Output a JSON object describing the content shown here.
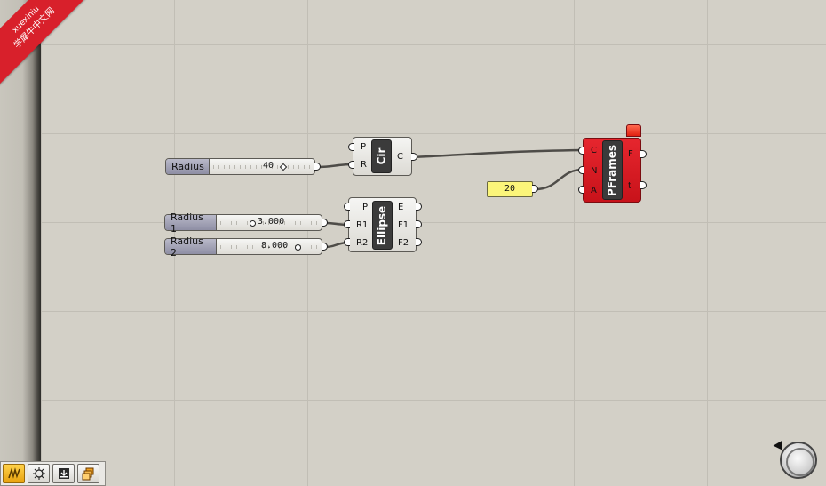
{
  "watermark": {
    "line1": "xuexiniu",
    "line2": "学犀牛中文网"
  },
  "sliders": {
    "radius": {
      "label": "Radius",
      "value": "40"
    },
    "radius1": {
      "label": "Radius 1",
      "value": "3.000"
    },
    "radius2": {
      "label": "Radius 2",
      "value": "8.000"
    }
  },
  "circle": {
    "title": "Cir",
    "inputs": [
      "P",
      "R"
    ],
    "outputs": [
      "C"
    ]
  },
  "ellipse": {
    "title": "Ellipse",
    "inputs": [
      "P",
      "R1",
      "R2"
    ],
    "outputs": [
      "E",
      "F1",
      "F2"
    ]
  },
  "pframes": {
    "title": "PFrames",
    "inputs": [
      "C",
      "N",
      "A"
    ],
    "outputs": [
      "F",
      "t"
    ]
  },
  "panel": {
    "value": "20"
  },
  "colors": {
    "error_red": "#d81820",
    "panel_yellow": "#fbf57a",
    "slider_label": "#9a9ab0",
    "active_tool": "#f0b020"
  },
  "toolbar": {
    "icons": [
      "grasshopper-logo-icon",
      "bake-icon",
      "download-icon",
      "layers-icon"
    ]
  }
}
